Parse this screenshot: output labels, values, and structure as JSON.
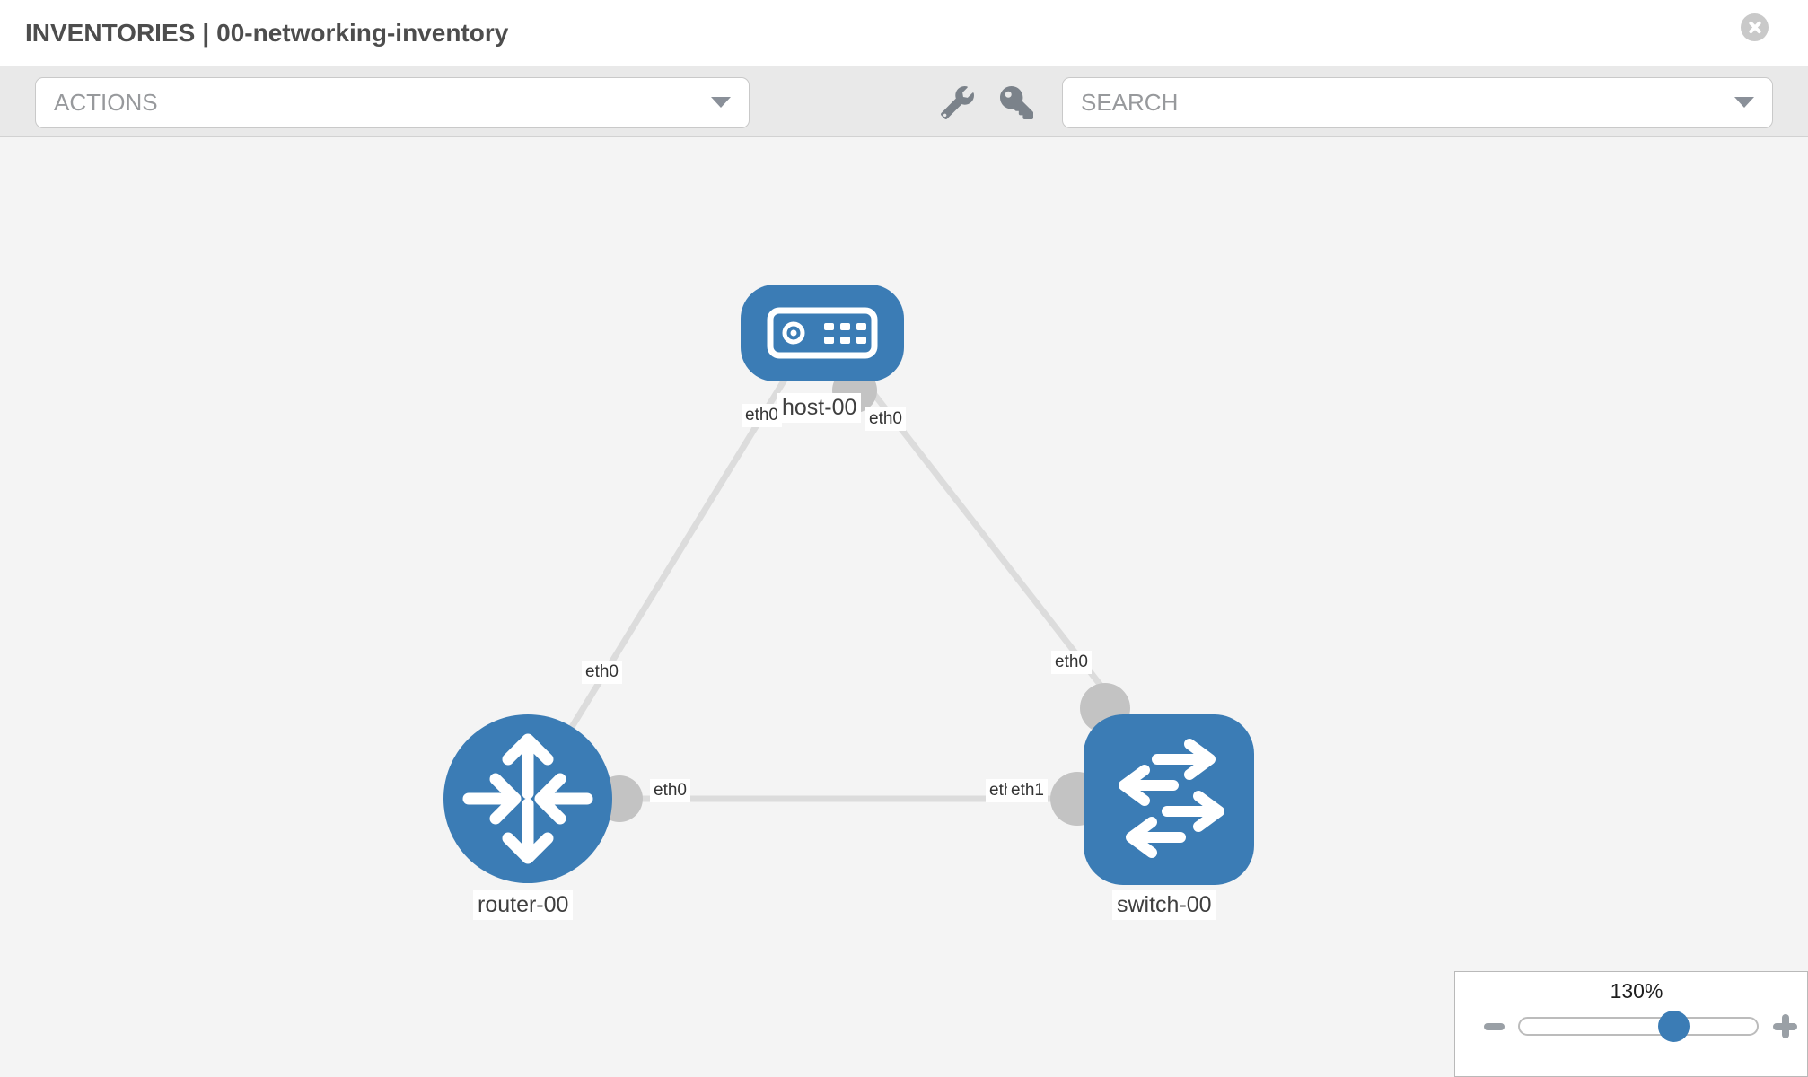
{
  "header": {
    "section": "INVENTORIES",
    "separator": "|",
    "inventory_name": "00-networking-inventory",
    "close_icon": "close-icon"
  },
  "toolbar": {
    "actions_placeholder": "ACTIONS",
    "search_placeholder": "SEARCH",
    "wrench_icon": "wrench-icon",
    "key_icon": "key-icon"
  },
  "topology": {
    "nodes": [
      {
        "id": "host-00",
        "type": "host",
        "label": "host-00",
        "icon": "host-icon"
      },
      {
        "id": "router-00",
        "type": "router",
        "label": "router-00",
        "icon": "router-icon"
      },
      {
        "id": "switch-00",
        "type": "switch",
        "label": "switch-00",
        "icon": "switch-icon"
      }
    ],
    "links": [
      {
        "from": "router-00",
        "to": "host-00"
      },
      {
        "from": "host-00",
        "to": "switch-00"
      },
      {
        "from": "router-00",
        "to": "switch-00"
      }
    ],
    "interface_labels": {
      "host_to_router": "eth0",
      "host_to_switch": "eth0",
      "router_to_host": "eth0",
      "router_to_switch": "eth0",
      "switch_to_host": "eth0",
      "switch_to_router": "eth1",
      "switch_to_router_overlapped": "eth1"
    }
  },
  "zoom_control": {
    "value": "130%",
    "minus_icon": "minus-icon",
    "plus_icon": "plus-icon"
  },
  "colors": {
    "node_blue": "#3b7cb5",
    "link_gray": "#dcdcdc",
    "connector_gray": "#c3c3c3",
    "canvas_bg": "#f4f4f4",
    "toolbar_bg": "#e9e9e9",
    "icon_gray": "#7b828a"
  }
}
